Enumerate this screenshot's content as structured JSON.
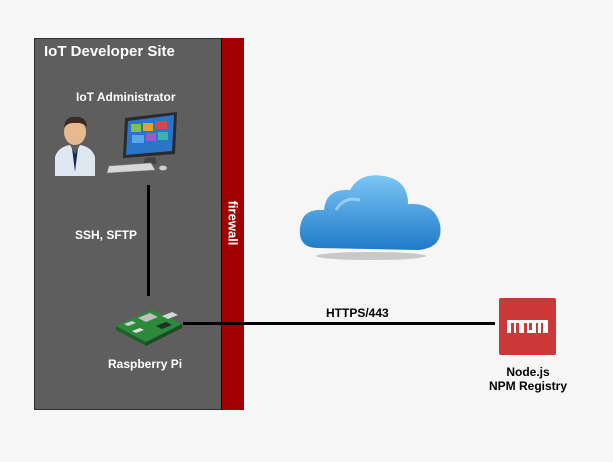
{
  "site": {
    "title": "IoT Developer Site"
  },
  "firewall": {
    "label": "firewall"
  },
  "nodes": {
    "admin": "IoT Administrator",
    "raspberry_pi": "Raspberry Pi",
    "npm_line1": "Node.js",
    "npm_line2": "NPM Registry"
  },
  "connections": {
    "ssh": "SSH, SFTP",
    "https": "HTTPS/443"
  },
  "icons": {
    "person": "person-icon",
    "computer": "computer-icon",
    "raspberry_pi": "raspberry-pi-icon",
    "cloud": "cloud-icon",
    "npm": "npm-logo-icon"
  },
  "colors": {
    "site_bg": "#5e5e5e",
    "firewall": "#a00000",
    "npm": "#cb3837",
    "cloud": "#2f8fd6"
  }
}
